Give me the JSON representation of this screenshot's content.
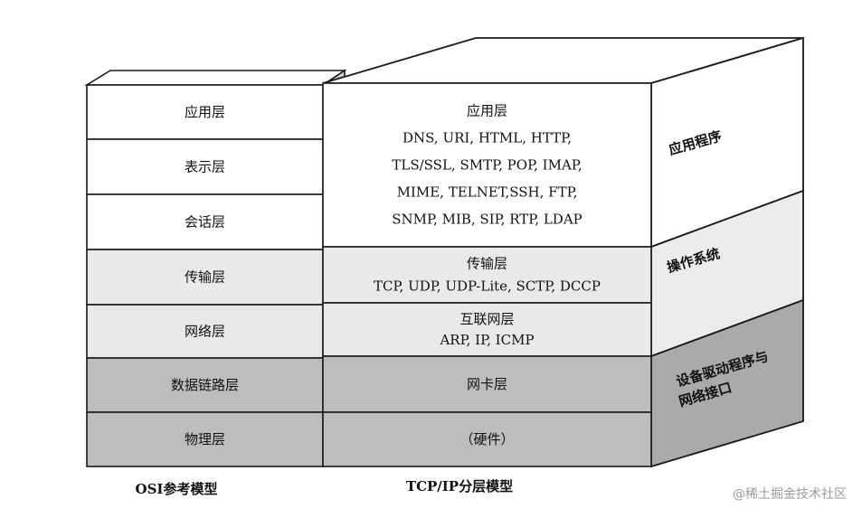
{
  "osi": {
    "layers": [
      {
        "label": "应用层"
      },
      {
        "label": "表示层"
      },
      {
        "label": "会话层"
      },
      {
        "label": "传输层"
      },
      {
        "label": "网络层"
      },
      {
        "label": "数据链路层"
      },
      {
        "label": "物理层"
      }
    ],
    "caption": "OSI参考模型"
  },
  "tcpip": {
    "layers": [
      {
        "lines": [
          "应用层",
          "DNS, URI, HTML, HTTP,",
          "TLS/SSL, SMTP, POP, IMAP,",
          "MIME, TELNET,SSH, FTP,",
          "SNMP, MIB, SIP, RTP, LDAP"
        ]
      },
      {
        "lines": [
          "传输层",
          "TCP, UDP, UDP-Lite, SCTP, DCCP"
        ]
      },
      {
        "lines": [
          "互联网层",
          "ARP, IP, ICMP"
        ]
      },
      {
        "lines": [
          "网卡层"
        ]
      },
      {
        "lines": [
          "（硬件）"
        ]
      }
    ],
    "caption": "TCP/IP分层模型"
  },
  "side": {
    "labels": [
      {
        "lines": [
          "应用程序"
        ]
      },
      {
        "lines": [
          "操作系统"
        ]
      },
      {
        "lines": [
          "设备驱动程序与",
          "网络接口"
        ]
      }
    ]
  },
  "watermark": "@稀土掘金技术社区",
  "colors": {
    "white_fill": "#ffffff",
    "light_fill": "#e9e9e9",
    "dark_fill": "#bdbdbd",
    "side_dark": "#aaaaaa",
    "line": "#1a1a1a"
  }
}
